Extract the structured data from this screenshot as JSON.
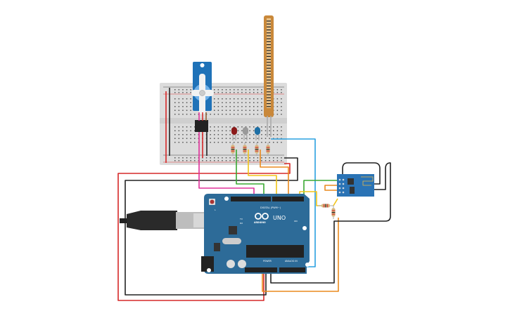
{
  "arduino": {
    "board_name": "UNO",
    "brand": "ARDUINO",
    "digital_header": "DIGITAL (PWM~)",
    "power_header": "POWER",
    "analog_header": "ANALOG IN",
    "led_labels": [
      "L",
      "TX",
      "RX"
    ],
    "on_label": "ON",
    "color": "#2d6b98"
  },
  "components": {
    "breadboard": "breadboard",
    "servo_color": "#1f72b8",
    "flex_sensor_color": "#c9883a",
    "leds": [
      {
        "color": "#8b1a1a"
      },
      {
        "color": "#9a9a9a"
      },
      {
        "color": "#1d6fa5"
      }
    ],
    "esp_module_color": "#2a73b5"
  },
  "wire_colors": {
    "red": "#d62828",
    "black": "#222222",
    "pink": "#e0309a",
    "green": "#3aa832",
    "yellow": "#f0c419",
    "orange": "#ea8a1e",
    "blue": "#2aa0e0"
  }
}
